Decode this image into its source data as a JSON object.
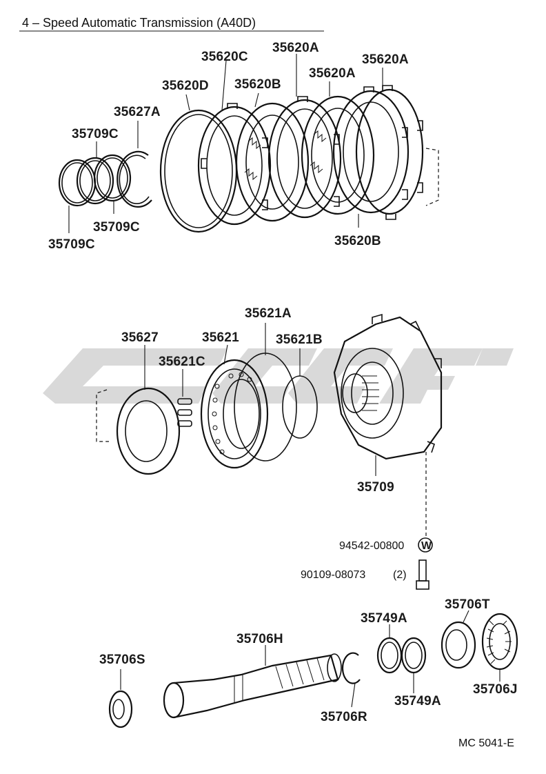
{
  "header": {
    "title": "4 – Speed Automatic Transmission (A40D)"
  },
  "parts": {
    "p35620C": "35620C",
    "p35620A_1": "35620A",
    "p35620A_2": "35620A",
    "p35620A_3": "35620A",
    "p35620D": "35620D",
    "p35620B_top": "35620B",
    "p35627A": "35627A",
    "p35709C_1": "35709C",
    "p35709C_2": "35709C",
    "p35709C_3": "35709C",
    "p35620B_bot": "35620B",
    "p35621A": "35621A",
    "p35627": "35627",
    "p35621": "35621",
    "p35621B": "35621B",
    "p35621C": "35621C",
    "p35709": "35709",
    "p94542": "94542-00800",
    "washer_symbol": "W",
    "p90109": "90109-08073",
    "p90109_qty": "(2)",
    "p35706T": "35706T",
    "p35749A_1": "35749A",
    "p35706H": "35706H",
    "p35706S": "35706S",
    "p35749A_2": "35749A",
    "p35706J": "35706J",
    "p35706R": "35706R"
  },
  "footer": {
    "code": "MC  5041-E"
  }
}
